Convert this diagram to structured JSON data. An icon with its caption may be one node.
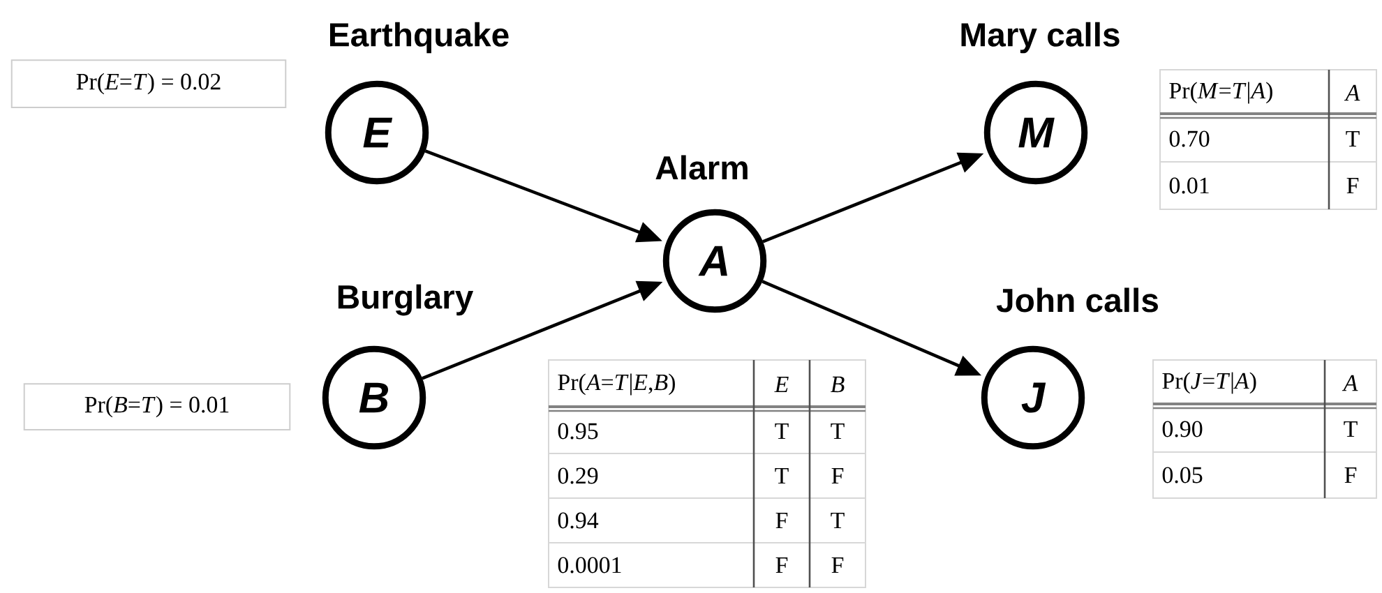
{
  "diagram": {
    "nodes": [
      {
        "text": [
          "Earthquake",
          "E"
        ]
      },
      {
        "text": [
          "Burglary",
          "B"
        ]
      },
      {
        "text": [
          "Alarm",
          "A"
        ]
      },
      {
        "text": [
          "Mary calls",
          "M"
        ]
      },
      {
        "text": [
          "John calls",
          "J"
        ]
      }
    ],
    "edges": [
      {
        "from": 0,
        "to": 2,
        "arrow": "to"
      },
      {
        "from": 1,
        "to": 2,
        "arrow": "to"
      },
      {
        "from": 2,
        "to": 3,
        "arrow": "to"
      },
      {
        "from": 2,
        "to": 4,
        "arrow": "to"
      }
    ],
    "labels": [
      "Pr(*E*=*T*) = 0.02",
      "Pr(*M*=*T*|*A*)",
      "A",
      "0.70",
      "T",
      "0.01",
      "F",
      "Pr(*B*=*T*) = 0.01",
      "Pr(*A*=*T*|*E*,*B*)",
      "E",
      "B",
      "0.95",
      "T",
      "T",
      "0.29",
      "T",
      "F",
      "0.94",
      "F",
      "T",
      "0.0001",
      "F",
      "F",
      "Pr(*J*=*T*|*A*)",
      "A",
      "0.90",
      "T",
      "0.05",
      "F"
    ]
  }
}
